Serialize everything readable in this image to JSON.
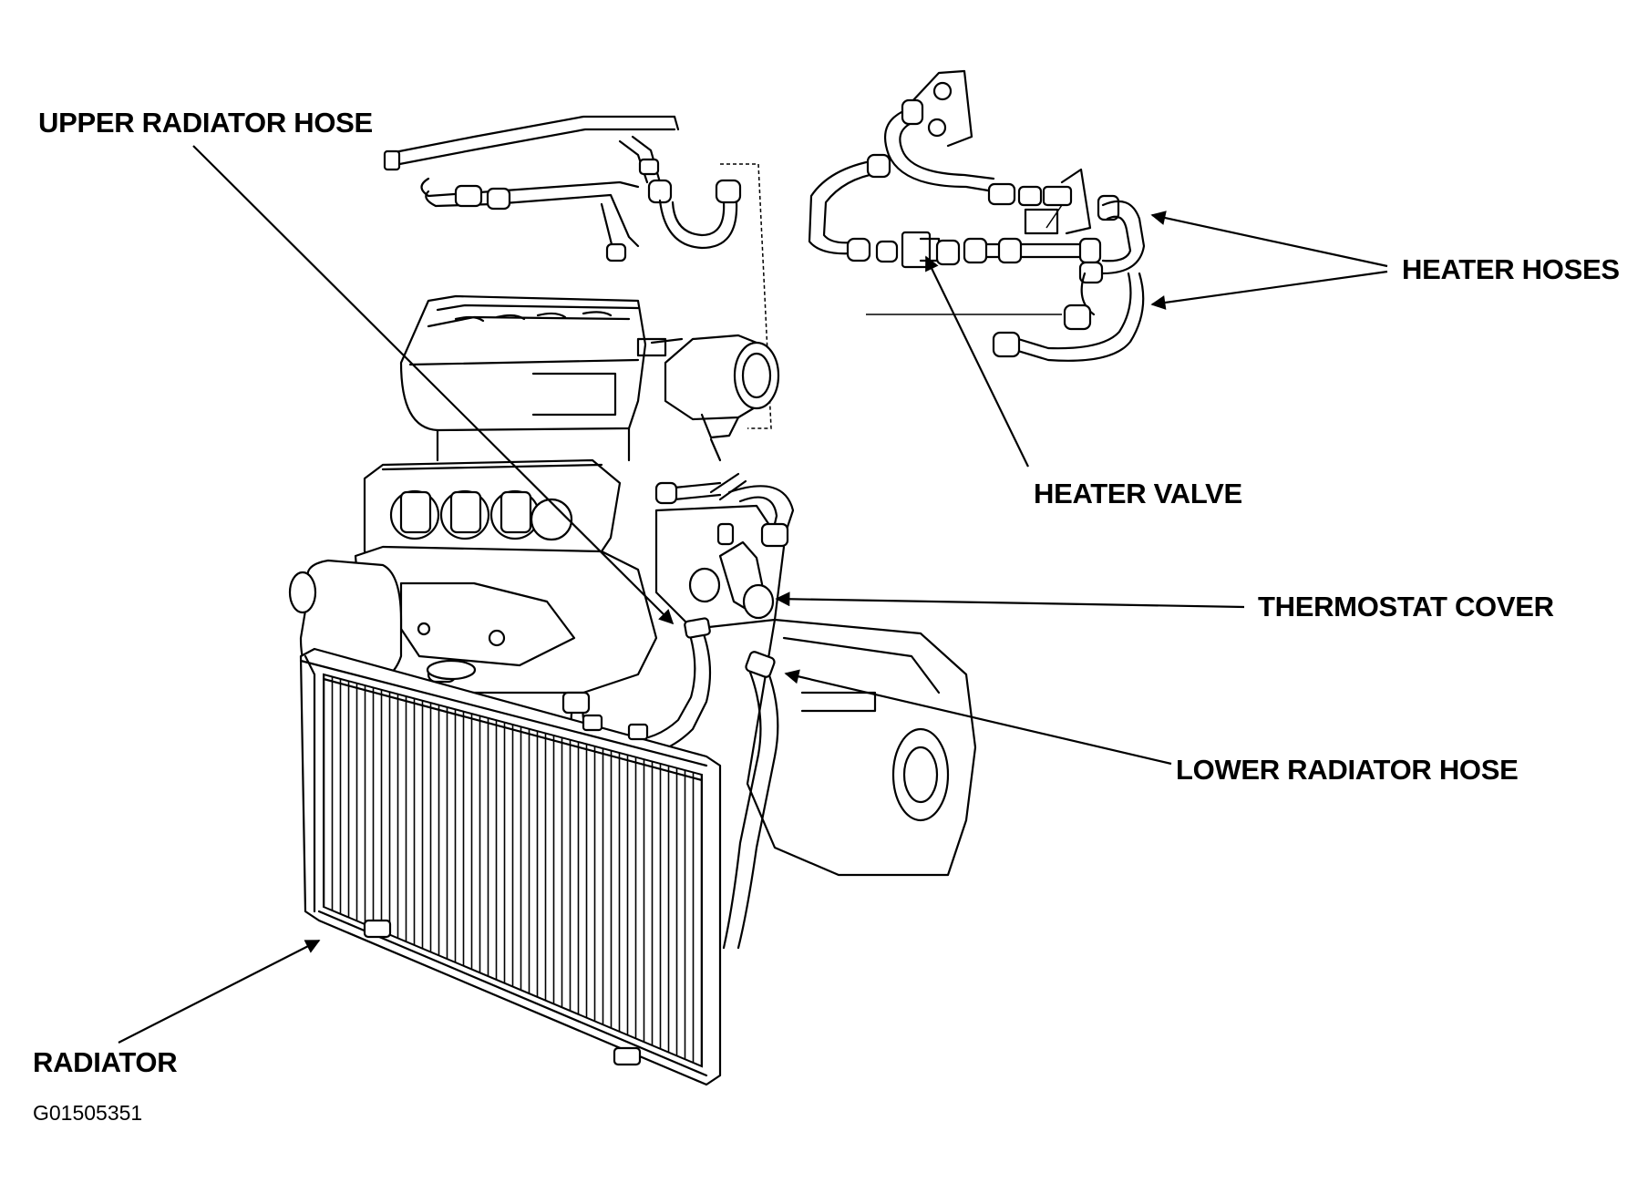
{
  "labels": {
    "upper_radiator_hose": "UPPER RADIATOR HOSE",
    "heater_hoses": "HEATER HOSES",
    "heater_valve": "HEATER VALVE",
    "thermostat_cover": "THERMOSTAT COVER",
    "lower_radiator_hose": "LOWER RADIATOR HOSE",
    "radiator": "RADIATOR"
  },
  "figure_code": "G01505351"
}
